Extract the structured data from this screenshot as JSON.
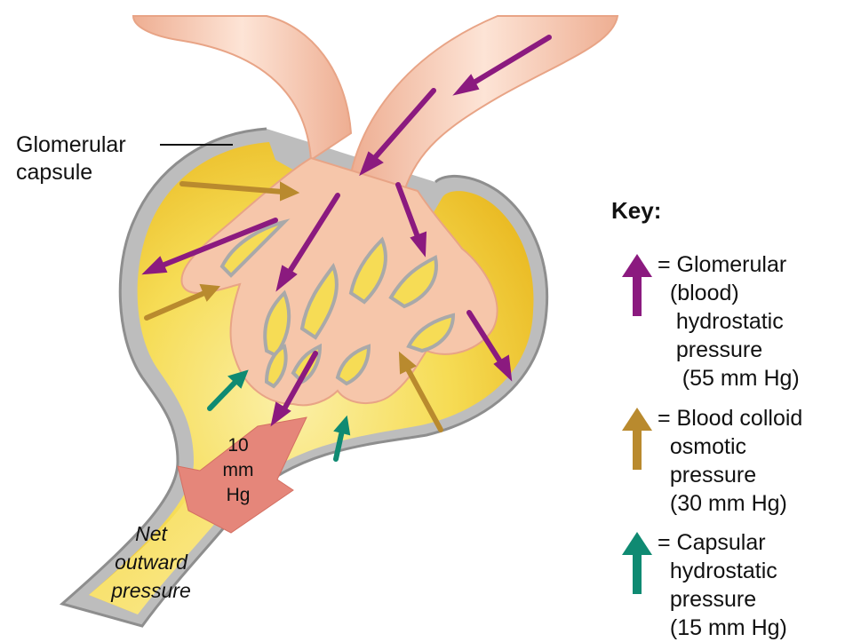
{
  "diagram": {
    "capsule_label": "Glomerular\ncapsule",
    "net_pressure_value": "10\nmm\nHg",
    "net_pressure_caption": "Net\noutward\npressure"
  },
  "key": {
    "title": "Key:",
    "items": [
      {
        "text": "= Glomerular\n  (blood)\n   hydrostatic\n   pressure\n    (55 mm Hg)",
        "color": "#8b1a7f",
        "icon": "purple-up-arrow"
      },
      {
        "text": "= Blood colloid\n  osmotic\n  pressure\n  (30 mm Hg)",
        "color": "#b98a2e",
        "icon": "tan-up-arrow"
      },
      {
        "text": "= Capsular\n  hydrostatic\n  pressure\n  (15 mm Hg)",
        "color": "#0f8a72",
        "icon": "teal-up-arrow"
      }
    ]
  },
  "colors": {
    "capsule_fill": "#f4d43c",
    "capsule_wall": "#a9a9a9",
    "vessel": "#f3c2a6",
    "blood_pressure_arrow": "#8b1a7f",
    "osmotic_arrow": "#b98a2e",
    "capsular_arrow": "#0f8a72",
    "net_arrow": "#e5867a"
  }
}
